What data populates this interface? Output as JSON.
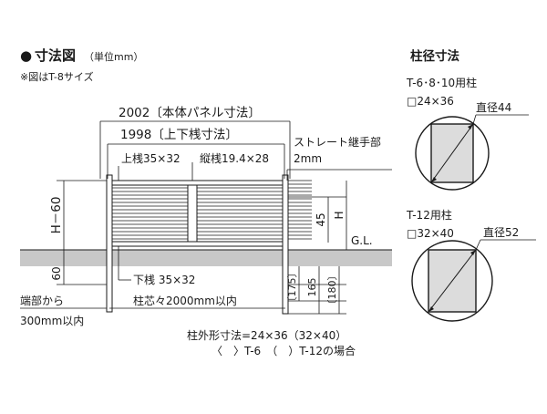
{
  "title": {
    "bullet": "●",
    "main": "寸法図",
    "unit": "（単位mm）",
    "note": "※図はT-8サイズ"
  },
  "dimensions": {
    "panel_width": "2002〔本体パネル寸法〕",
    "rail_width": "1998〔上下桟寸法〕",
    "top_rail": "上桟35×32",
    "vertical_bar": "縦桟19.4×28",
    "straight_joint_label": "ストレート継手部",
    "straight_joint_value": "2mm",
    "height_left": "H－60",
    "dim_45": "45",
    "height_right": "H",
    "ground_level": "G.L.",
    "depth_60": "60",
    "end_offset_line1": "端部から",
    "end_offset_line2": "300mm以内",
    "bottom_rail": "下桟 35×32",
    "post_pitch": "柱芯々2000mm以内",
    "dim_175": "〔175〕",
    "dim_165": "165",
    "dim_180": "〔180〕"
  },
  "footnote": {
    "line1": "柱外形寸法=24×36（32×40）",
    "line2": "〈　〉T-6　（　）T-12の場合"
  },
  "post_diameter": {
    "title": "柱径寸法",
    "post1_label": "T-6･8･10用柱",
    "post1_size": "□24×36",
    "post1_diameter": "直径44",
    "post2_label": "T-12用柱",
    "post2_size": "□32×40",
    "post2_diameter": "直径52"
  }
}
